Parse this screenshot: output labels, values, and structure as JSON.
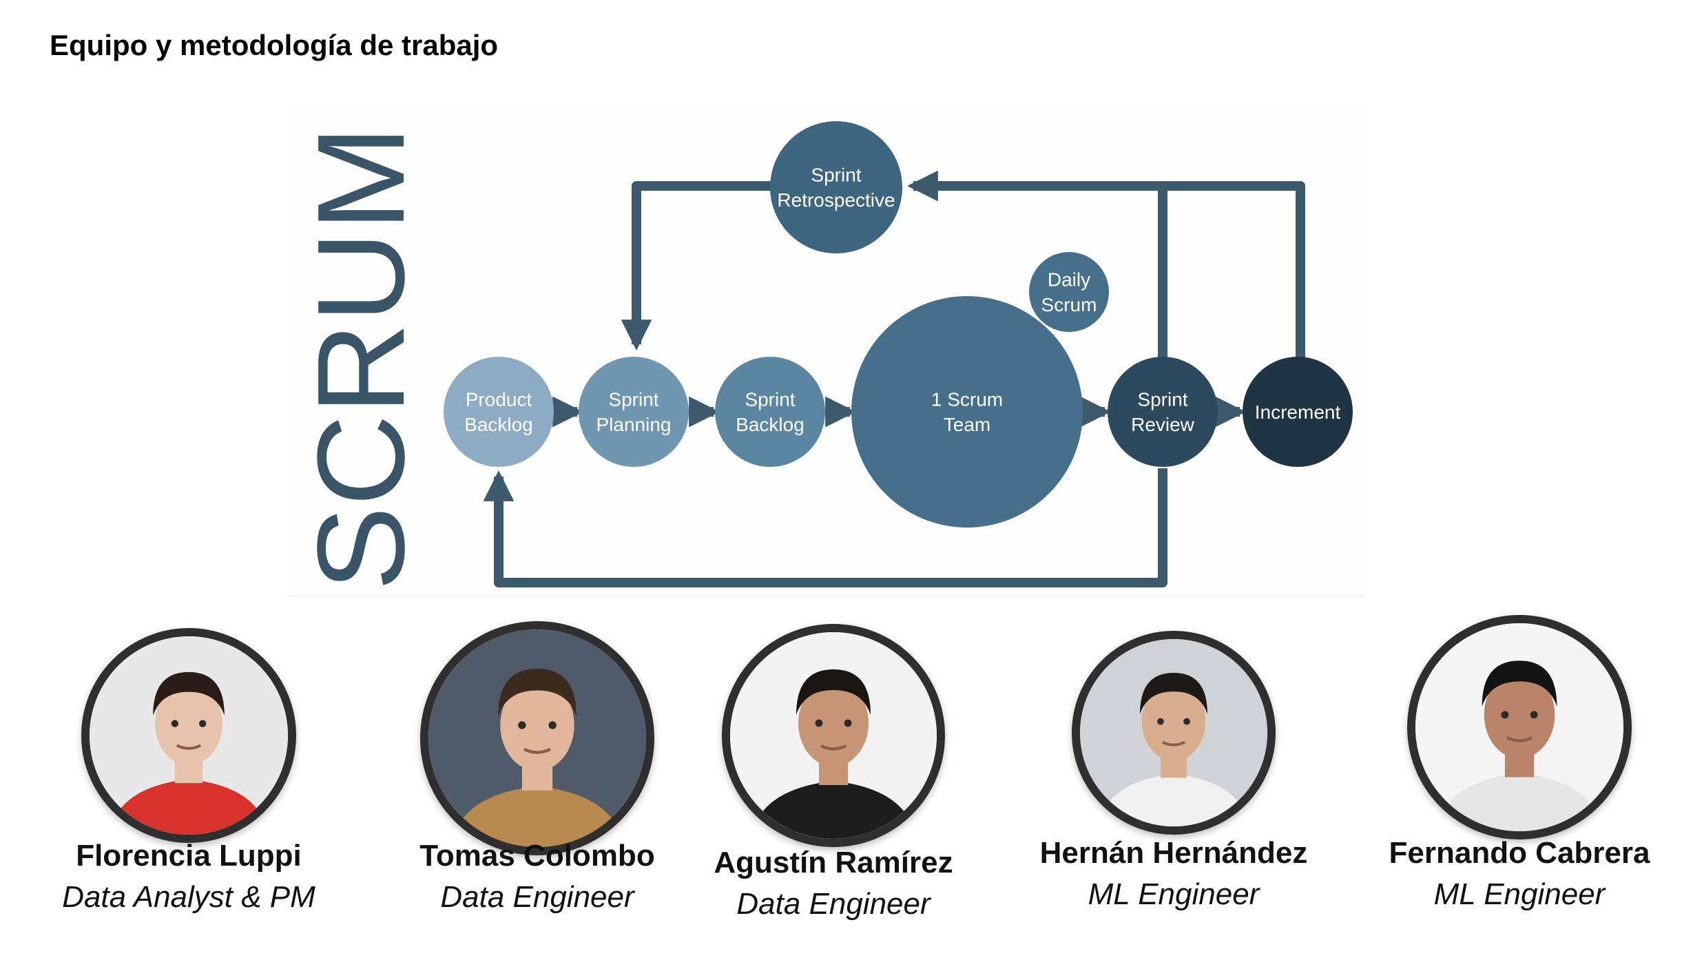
{
  "title": "Equipo y metodología de trabajo",
  "diagram": {
    "wordmark": "SCRUM",
    "nodes": [
      {
        "id": "product-backlog",
        "lines": [
          "Product",
          "Backlog"
        ],
        "color": "#8bacc3"
      },
      {
        "id": "sprint-planning",
        "lines": [
          "Sprint",
          "Planning"
        ],
        "color": "#6f97b2"
      },
      {
        "id": "sprint-backlog",
        "lines": [
          "Sprint",
          "Backlog"
        ],
        "color": "#5b86a2"
      },
      {
        "id": "scrum-team",
        "lines": [
          "1 Scrum",
          "Team"
        ],
        "color": "#456f8b"
      },
      {
        "id": "sprint-review",
        "lines": [
          "Sprint",
          "Review"
        ],
        "color": "#2c4a5e"
      },
      {
        "id": "increment",
        "lines": [
          "Increment"
        ],
        "color": "#1f3543"
      },
      {
        "id": "sprint-retrospective",
        "lines": [
          "Sprint",
          "Retrospective"
        ],
        "color": "#3e6680"
      },
      {
        "id": "daily-scrum",
        "lines": [
          "Daily",
          "Scrum"
        ],
        "color": "#456f8b"
      }
    ],
    "arrow_color": "#3d5a6d"
  },
  "team": [
    {
      "name": "Florencia Luppi",
      "role": "Data Analyst & PM",
      "icon": "person-photo-female",
      "palette": {
        "bg": "#e8e8e8",
        "hair": "#2a1c16",
        "skin": "#e7c3ab",
        "shirt": "#d8322c"
      }
    },
    {
      "name": "Tomas Colombo",
      "role": "Data Engineer",
      "icon": "person-photo-male",
      "palette": {
        "bg": "#4f5b68",
        "hair": "#3b2a1e",
        "skin": "#e2b69a",
        "shirt": "#b98a4e"
      }
    },
    {
      "name": "Agustín Ramírez",
      "role": "Data Engineer",
      "icon": "person-photo-male",
      "palette": {
        "bg": "#f3f3f3",
        "hair": "#1a1614",
        "skin": "#c69575",
        "shirt": "#1d1d1d"
      }
    },
    {
      "name": "Hernán Hernández",
      "role": "ML Engineer",
      "icon": "person-photo-male",
      "palette": {
        "bg": "#cfd3d6",
        "hair": "#1d1a18",
        "skin": "#d9ae8e",
        "shirt": "#f1f1f1"
      }
    },
    {
      "name": "Fernando Cabrera",
      "role": "ML Engineer",
      "icon": "person-photo-male",
      "palette": {
        "bg": "#f5f5f5",
        "hair": "#141414",
        "skin": "#b98467",
        "shirt": "#e6e6e6"
      }
    }
  ]
}
